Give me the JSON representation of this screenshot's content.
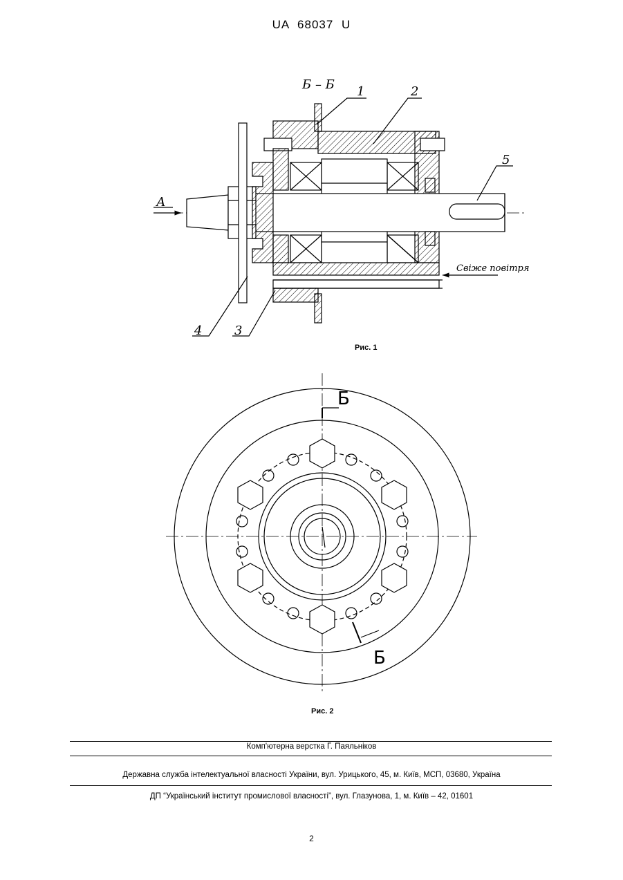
{
  "header": {
    "patent_number": "UA   68037   U"
  },
  "figure1": {
    "section_label": "Б – Б",
    "view_label": "А",
    "air_label": "Свіже повітря",
    "parts": [
      "1",
      "2",
      "3",
      "4",
      "5"
    ],
    "caption": "Рис. 1"
  },
  "figure2": {
    "section_mark_top": "Б",
    "section_mark_bottom": "Б",
    "caption": "Рис. 2"
  },
  "footer": {
    "typesetting": "Комп'ютерна верстка Г. Паяльніков",
    "office": "Державна служба інтелектуальної власності України, вул. Урицького, 45, м. Київ, МСП, 03680, Україна",
    "institute": "ДП “Український інститут промислової власності”, вул. Глазунова, 1, м. Київ – 42, 01601"
  },
  "page_number": "2"
}
